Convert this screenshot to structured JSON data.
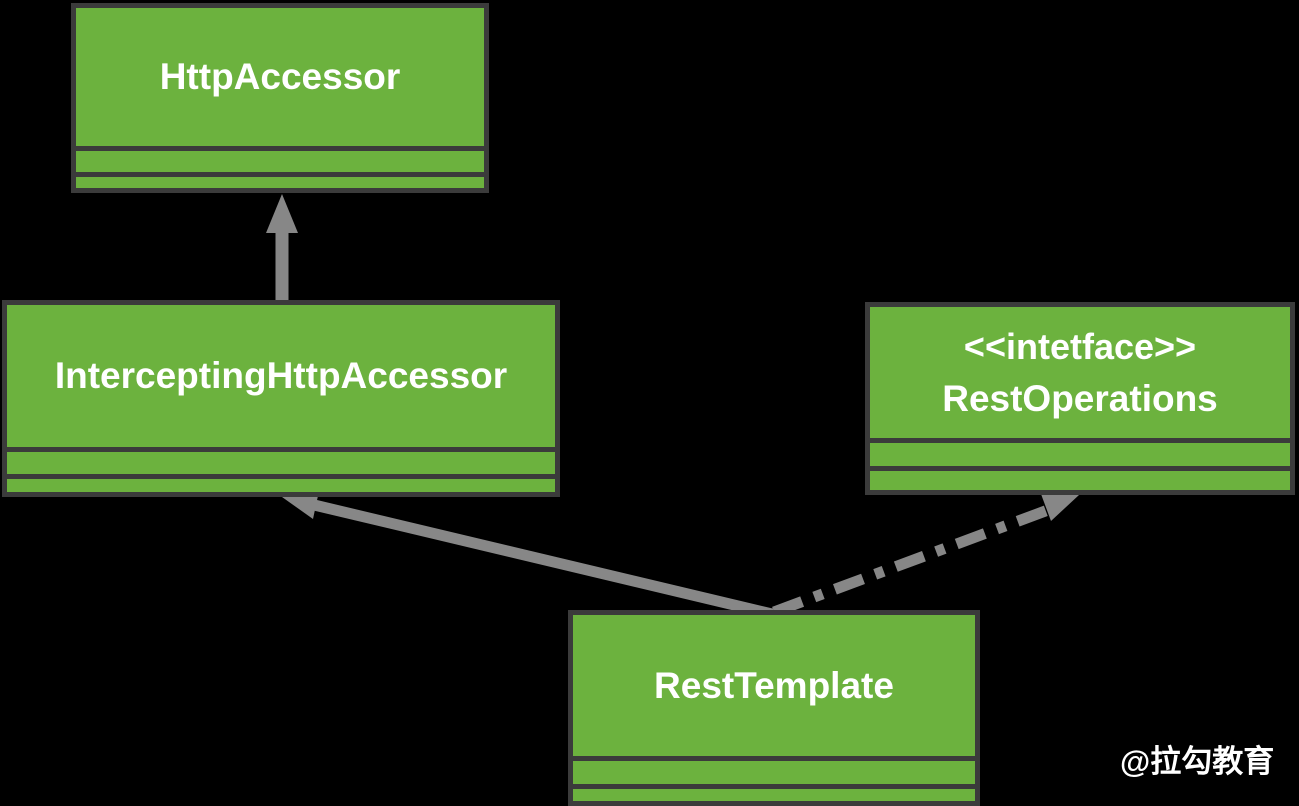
{
  "diagram": {
    "kind": "uml-class-diagram",
    "background_color": "#000000",
    "class_fill_color": "#6CB23E",
    "class_border_color": "#3B3B3B",
    "arrow_color": "#878787",
    "text_color": "#FFFFFF"
  },
  "classes": {
    "http_accessor": {
      "name": "HttpAccessor"
    },
    "intercepting_http_accessor": {
      "name": "InterceptingHttpAccessor"
    },
    "rest_operations": {
      "stereotype": "<<intetface>>",
      "name": "RestOperations"
    },
    "rest_template": {
      "name": "RestTemplate"
    }
  },
  "relationships": [
    {
      "from": "InterceptingHttpAccessor",
      "to": "HttpAccessor",
      "line_style": "solid",
      "arrowhead": "filled-triangle"
    },
    {
      "from": "RestTemplate",
      "to": "InterceptingHttpAccessor",
      "line_style": "solid",
      "arrowhead": "filled-triangle"
    },
    {
      "from": "RestTemplate",
      "to": "RestOperations",
      "line_style": "dash-dot",
      "arrowhead": "filled-triangle"
    }
  ],
  "watermark": {
    "text": "@拉勾教育"
  }
}
